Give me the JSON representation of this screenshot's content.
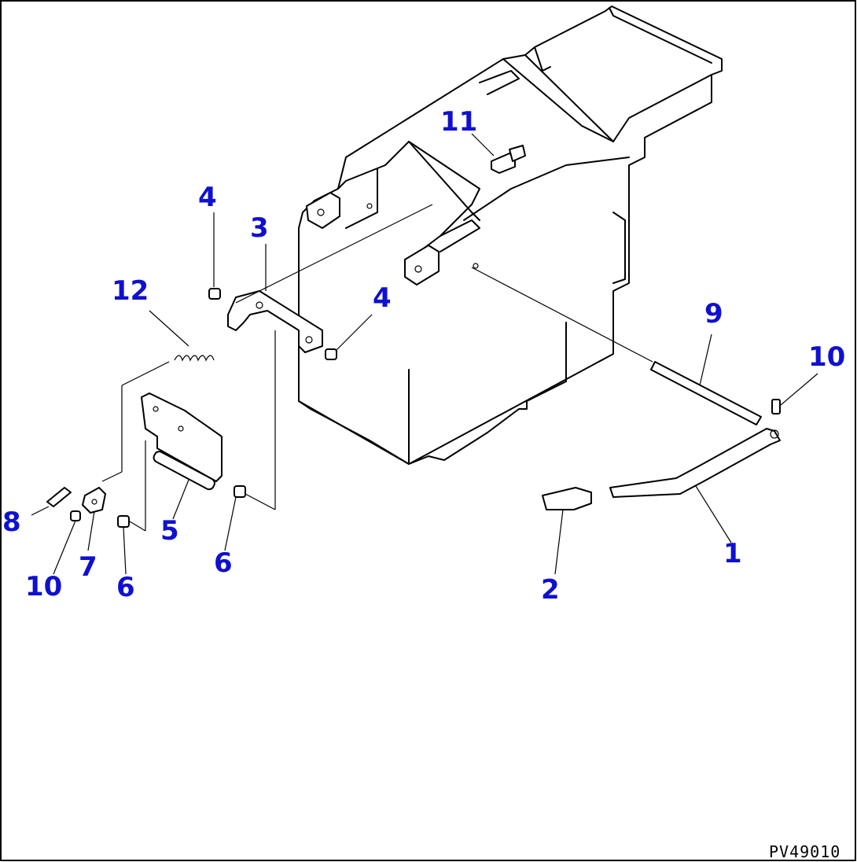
{
  "diagram": {
    "drawing_code": "PV49010",
    "callouts": [
      {
        "id": "c11",
        "label": "11"
      },
      {
        "id": "c4a",
        "label": "4"
      },
      {
        "id": "c3",
        "label": "3"
      },
      {
        "id": "c12",
        "label": "12"
      },
      {
        "id": "c4b",
        "label": "4"
      },
      {
        "id": "c9",
        "label": "9"
      },
      {
        "id": "c10a",
        "label": "10"
      },
      {
        "id": "c5",
        "label": "5"
      },
      {
        "id": "c6a",
        "label": "6"
      },
      {
        "id": "c8",
        "label": "8"
      },
      {
        "id": "c7",
        "label": "7"
      },
      {
        "id": "c10b",
        "label": "10"
      },
      {
        "id": "c6b",
        "label": "6"
      },
      {
        "id": "c1",
        "label": "1"
      },
      {
        "id": "c2",
        "label": "2"
      }
    ]
  }
}
